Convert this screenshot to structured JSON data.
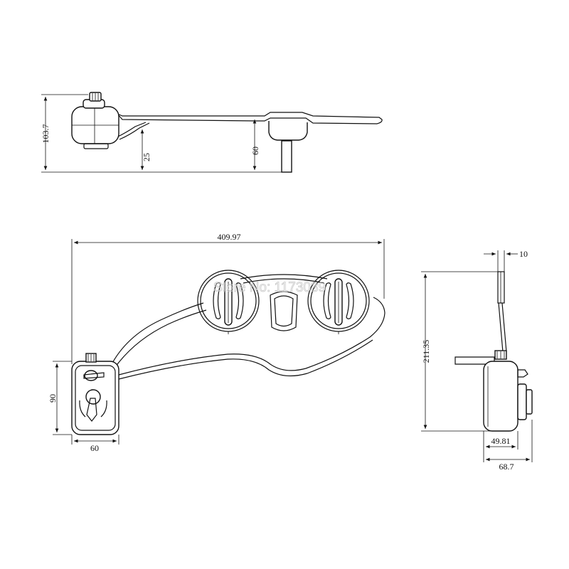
{
  "watermark": "Store No: 1173039",
  "top_view": {
    "dim_height": "103.7",
    "dim_nozzle": "25",
    "dim_mount": "60"
  },
  "front_view": {
    "dim_length": "409.97",
    "dim_body_height": "90",
    "dim_body_width": "60"
  },
  "side_view": {
    "dim_plate": "10",
    "dim_height": "211.35",
    "dim_depth_inner": "49.81",
    "dim_depth_outer": "68.7"
  }
}
